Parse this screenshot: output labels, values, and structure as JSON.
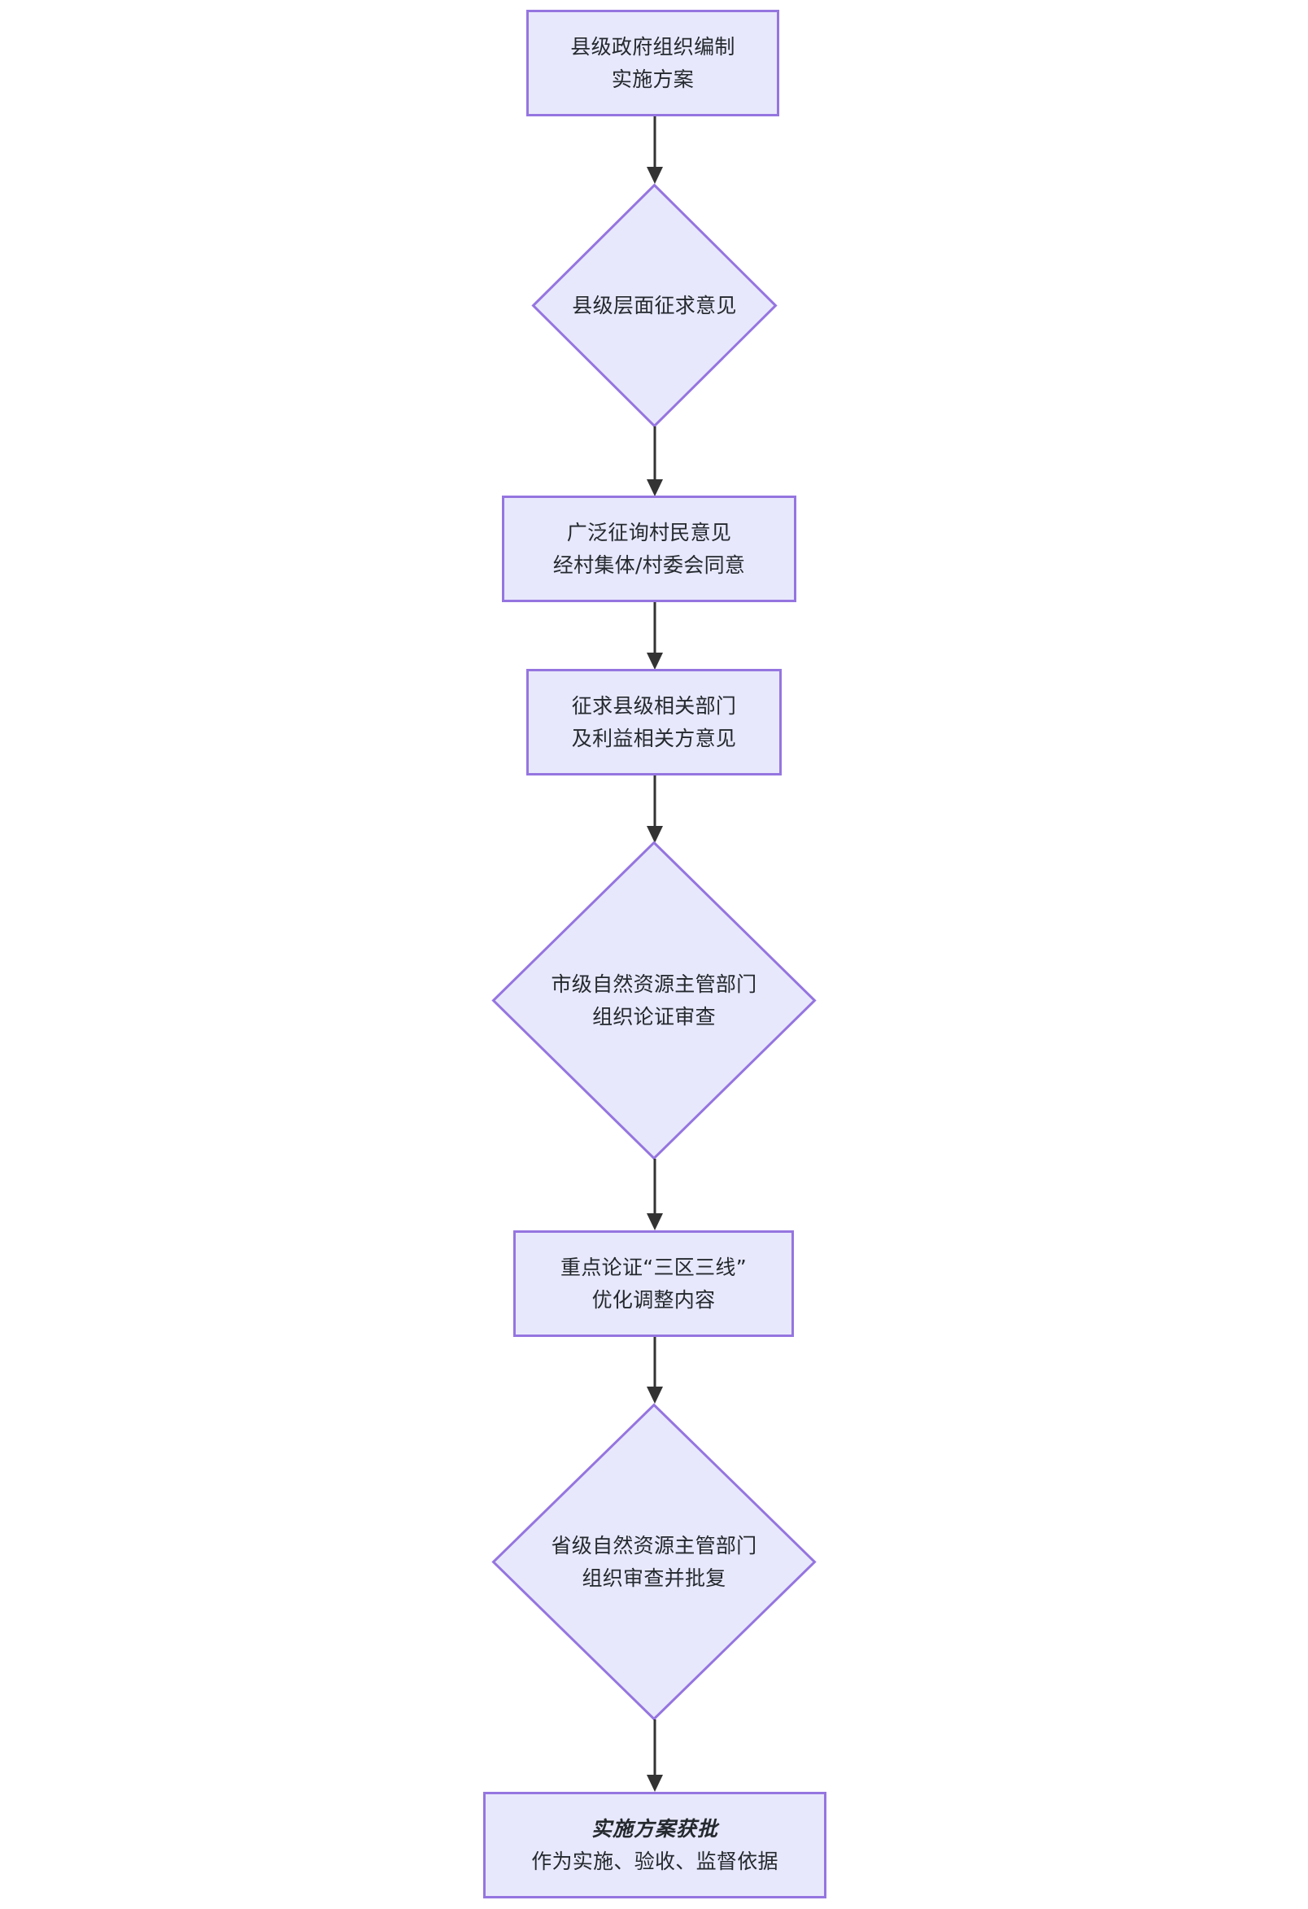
{
  "diagram": {
    "type": "flowchart",
    "orientation": "top-to-bottom",
    "title": "",
    "palette": {
      "node_fill": "#e8e8fc",
      "node_border": "#9575e0",
      "connector": "#333333",
      "text": "#24292e",
      "background": "#ffffff"
    },
    "nodes": [
      {
        "id": "n1",
        "shape": "rectangle",
        "lines": [
          "县级政府组织编制",
          "实施方案"
        ],
        "text": "县级政府组织编制\n实施方案"
      },
      {
        "id": "n2",
        "shape": "diamond",
        "lines": [
          "县级层面征求意见"
        ],
        "text": "县级层面征求意见"
      },
      {
        "id": "n3",
        "shape": "rectangle",
        "lines": [
          "广泛征询村民意见",
          "经村集体/村委会同意"
        ],
        "text": "广泛征询村民意见\n经村集体/村委会同意"
      },
      {
        "id": "n4",
        "shape": "rectangle",
        "lines": [
          "征求县级相关部门",
          "及利益相关方意见"
        ],
        "text": "征求县级相关部门\n及利益相关方意见"
      },
      {
        "id": "n5",
        "shape": "diamond",
        "lines": [
          "市级自然资源主管部门",
          "组织论证审查"
        ],
        "text": "市级自然资源主管部门\n组织论证审查"
      },
      {
        "id": "n6",
        "shape": "rectangle",
        "lines": [
          "重点论证“三区三线”",
          "优化调整内容"
        ],
        "text": "重点论证“三区三线”\n优化调整内容"
      },
      {
        "id": "n7",
        "shape": "diamond",
        "lines": [
          "省级自然资源主管部门",
          "组织审查并批复"
        ],
        "text": "省级自然资源主管部门\n组织审查并批复"
      },
      {
        "id": "n8",
        "shape": "rectangle",
        "emphasis": "bold-italic-first-line",
        "lines": [
          "实施方案获批",
          "作为实施、验收、监督依据"
        ],
        "headline": "实施方案获批",
        "subline": "作为实施、验收、监督依据"
      }
    ],
    "edges": [
      {
        "from": "n1",
        "to": "n2",
        "label": "",
        "arrow": "down"
      },
      {
        "from": "n2",
        "to": "n3",
        "label": "",
        "arrow": "down"
      },
      {
        "from": "n3",
        "to": "n4",
        "label": "",
        "arrow": "down"
      },
      {
        "from": "n4",
        "to": "n5",
        "label": "",
        "arrow": "down"
      },
      {
        "from": "n5",
        "to": "n6",
        "label": "",
        "arrow": "down"
      },
      {
        "from": "n6",
        "to": "n7",
        "label": "",
        "arrow": "down"
      },
      {
        "from": "n7",
        "to": "n8",
        "label": "",
        "arrow": "down"
      }
    ]
  }
}
